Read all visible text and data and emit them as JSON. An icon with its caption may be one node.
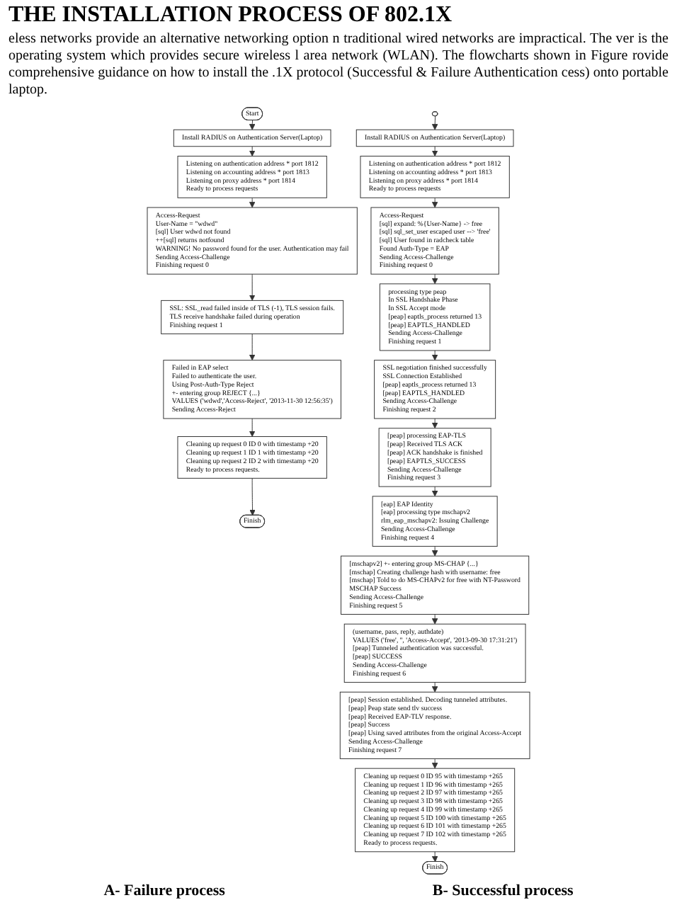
{
  "diagram": {
    "title": "THE INSTALLATION PROCESS OF 802.1X",
    "nodes": [
      {
        "text": [
          "Start"
        ]
      },
      {
        "text": [
          "Install RADIUS on Authentication Server(Laptop)"
        ]
      },
      {
        "text": [
          "Listening on authentication address * port 1812",
          "Listening on accounting address * port 1813",
          "Listening on proxy address * port 1814",
          "Ready to process requests"
        ]
      },
      {
        "text": [
          "Access-Request",
          "User-Name = \"wdwd\"",
          "[sql] User wdwd not found",
          "++[sql] returns notfound",
          "WARNING! No password found for the user. Authentication may fail",
          "Sending Access-Challenge",
          "Finishing request 0"
        ]
      },
      {
        "text": [
          "SSL: SSL_read failed inside of TLS (-1), TLS session fails.",
          "TLS receive handshake failed during operation",
          "Finishing request 1"
        ]
      },
      {
        "text": [
          "Failed in EAP select",
          "Failed to authenticate the user.",
          "Using Post-Auth-Type Reject",
          "+- entering group REJECT {...}",
          "VALUES ('wdwd','Access-Reject', '2013-11-30 12:56:35')",
          "Sending Access-Reject"
        ]
      },
      {
        "text": [
          "Cleaning up request 0 ID 0 with timestamp +20",
          "Cleaning up request 1 ID 1 with timestamp +20",
          "Cleaning up request 2 ID 2 with timestamp +20",
          "Ready to process requests."
        ]
      },
      {
        "text": [
          "Finish"
        ]
      },
      {
        "text": [],
        "shape": "oval"
      },
      {
        "text": [
          "Install RADIUS on Authentication Server(Laptop)"
        ]
      },
      {
        "text": [
          "Listening on authentication address * port 1812",
          "Listening on accounting address * port 1813",
          "Listening on proxy address * port 1814",
          "Ready to process requests"
        ]
      },
      {
        "text": [
          "Access-Request",
          "[sql] expand: %{User-Name} -> free",
          "[sql] sql_set_user escaped user --> 'free'",
          "[sql] User found in radcheck table",
          "Found Auth-Type = EAP",
          "Sending Access-Challenge",
          "Finishing request 0"
        ]
      },
      {
        "text": [
          "processing type peap",
          "In SSL Handshake Phase",
          "In SSL Accept mode",
          "[peap] eaptls_process returned 13",
          "[peap] EAPTLS_HANDLED",
          "Sending Access-Challenge",
          "Finishing request 1"
        ]
      },
      {
        "text": [
          "SSL negotiation finished successfully",
          "SSL Connection Established",
          "[peap] eaptls_process returned 13",
          "[peap] EAPTLS_HANDLED",
          "Sending Access-Challenge",
          "Finishing request 2"
        ]
      },
      {
        "text": [
          "[peap] processing EAP-TLS",
          "[peap] Received TLS ACK",
          "[peap] ACK handshake is finished",
          "[peap] EAPTLS_SUCCESS",
          "Sending Access-Challenge",
          "Finishing request 3"
        ]
      },
      {
        "text": [
          "[eap] EAP Identity",
          "[eap] processing type mschapv2",
          "rlm_eap_mschapv2: Issuing Challenge",
          "Sending Access-Challenge",
          "Finishing request 4"
        ]
      },
      {
        "text": [
          "[mschapv2] +- entering group MS-CHAP {...}",
          "[mschap] Creating challenge hash with username: free",
          "[mschap] Told to do MS-CHAPv2 for free with NT-Password",
          "MSCHAP Success",
          "Sending Access-Challenge",
          "Finishing request 5"
        ]
      },
      {
        "text": [
          "(username, pass, reply, authdate)",
          "VALUES ('free', '', 'Access-Accept', '2013-09-30 17:31:21')",
          "[peap] Tunneled authentication was successful.",
          "[peap] SUCCESS",
          "Sending Access-Challenge",
          "Finishing request 6"
        ]
      },
      {
        "text": [
          "[peap] Session established. Decoding tunneled attributes.",
          "[peap] Peap state send tlv success",
          "[peap] Received EAP-TLV response.",
          "[peap] Success",
          "[peap] Using saved attributes from the original Access-Accept",
          "Sending Access-Challenge",
          "Finishing request 7"
        ]
      },
      {
        "text": [
          "Cleaning up request 0 ID 95 with timestamp +265",
          "Cleaning up request 1 ID 96 with timestamp +265",
          "Cleaning up request 2 ID 97 with timestamp +265",
          "Cleaning up request 3 ID 98 with timestamp +265",
          "Cleaning up request 4 ID 99 with timestamp +265",
          "Cleaning up request 5 ID 100 with timestamp +265",
          "Cleaning up request 6 ID 101 with timestamp +265",
          "Cleaning up request 7 ID 102 with timestamp +265",
          "Ready to process requests."
        ]
      },
      {
        "text": [
          "Finish"
        ]
      }
    ],
    "edges": [
      {
        "from": 0,
        "to": 1,
        "arrow": "to"
      },
      {
        "from": 1,
        "to": 2,
        "arrow": "to"
      },
      {
        "from": 2,
        "to": 3,
        "arrow": "to"
      },
      {
        "from": 3,
        "to": 4,
        "arrow": "to"
      },
      {
        "from": 4,
        "to": 5,
        "arrow": "to"
      },
      {
        "from": 5,
        "to": 6,
        "arrow": "to"
      },
      {
        "from": 6,
        "to": 7,
        "arrow": "to"
      },
      {
        "from": 8,
        "to": 9,
        "arrow": "to"
      },
      {
        "from": 9,
        "to": 10,
        "arrow": "to"
      },
      {
        "from": 10,
        "to": 11,
        "arrow": "to"
      },
      {
        "from": 11,
        "to": 12,
        "arrow": "to"
      },
      {
        "from": 12,
        "to": 13,
        "arrow": "to"
      },
      {
        "from": 13,
        "to": 14,
        "arrow": "to"
      },
      {
        "from": 14,
        "to": 15,
        "arrow": "to"
      },
      {
        "from": 15,
        "to": 16,
        "arrow": "to"
      },
      {
        "from": 16,
        "to": 17,
        "arrow": "to"
      },
      {
        "from": 17,
        "to": 18,
        "arrow": "to"
      },
      {
        "from": 18,
        "to": 19,
        "arrow": "to"
      },
      {
        "from": 19,
        "to": 20,
        "arrow": "to"
      }
    ],
    "labels": [
      "eless networks provide an alternative networking option n traditional wired networks are impractical. The ver is the operating system which provides secure wireless l area network (WLAN). The flowcharts shown in Figure rovide comprehensive guidance on how to install the .1X protocol (Successful & Failure Authentication cess) onto portable laptop.",
      "A- Failure process",
      "B- Successful process"
    ]
  }
}
